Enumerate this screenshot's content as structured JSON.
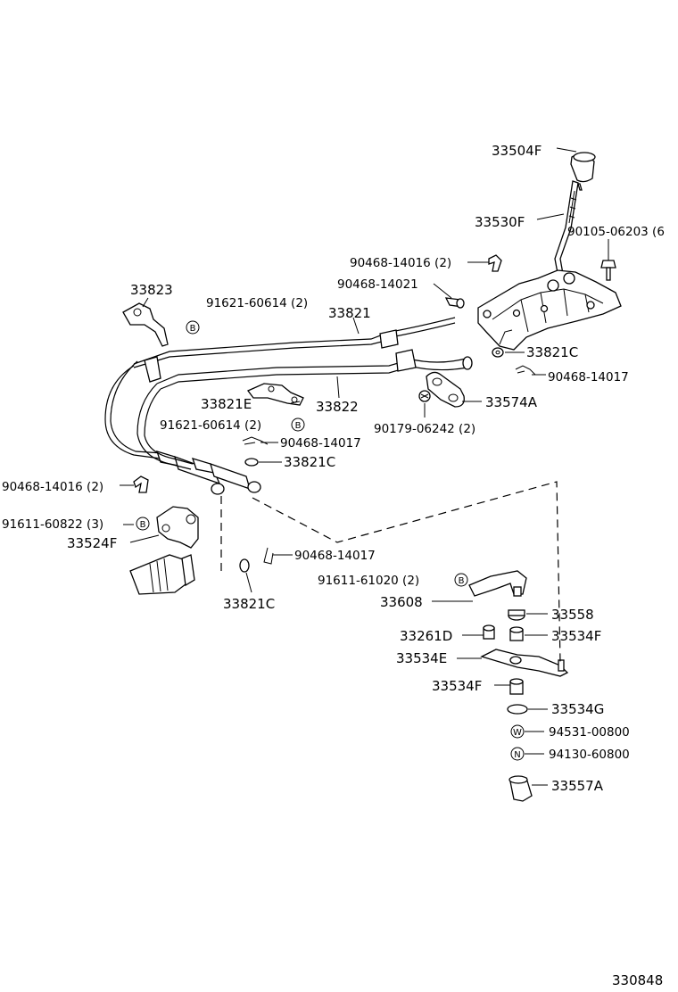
{
  "diagram": {
    "part_labels": {
      "p33504F": "33504F",
      "p33530F": "33530F",
      "p90105": "90105-06203 (6",
      "p90468_14016a": "90468-14016 (2)",
      "p90468_14021": "90468-14021",
      "p33823": "33823",
      "p91621_a": "91621-60614 (2)",
      "p33821": "33821",
      "p33821C_a": "33821C",
      "p90468_14017a": "90468-14017",
      "p33574A": "33574A",
      "p33821E": "33821E",
      "p33822": "33822",
      "p91621_b": "91621-60614 (2)",
      "p90179": "90179-06242 (2)",
      "p90468_14017b": "90468-14017",
      "p33821C_b": "33821C",
      "p90468_14016b": "90468-14016 (2)",
      "p91611_60822": "91611-60822 (3)",
      "p33524F": "33524F",
      "p90468_14017c": "90468-14017",
      "p33821C_c": "33821C",
      "p91611_61020": "91611-61020 (2)",
      "p33608": "33608",
      "p33558": "33558",
      "p33261D": "33261D",
      "p33534F_a": "33534F",
      "p33534E": "33534E",
      "p33534F_b": "33534F",
      "p33534G": "33534G",
      "p94531": "94531-00800",
      "p94130": "94130-60800",
      "p33557A": "33557A"
    },
    "marks": {
      "B": "B",
      "W": "W",
      "N": "N"
    },
    "figure_number": "330848"
  }
}
